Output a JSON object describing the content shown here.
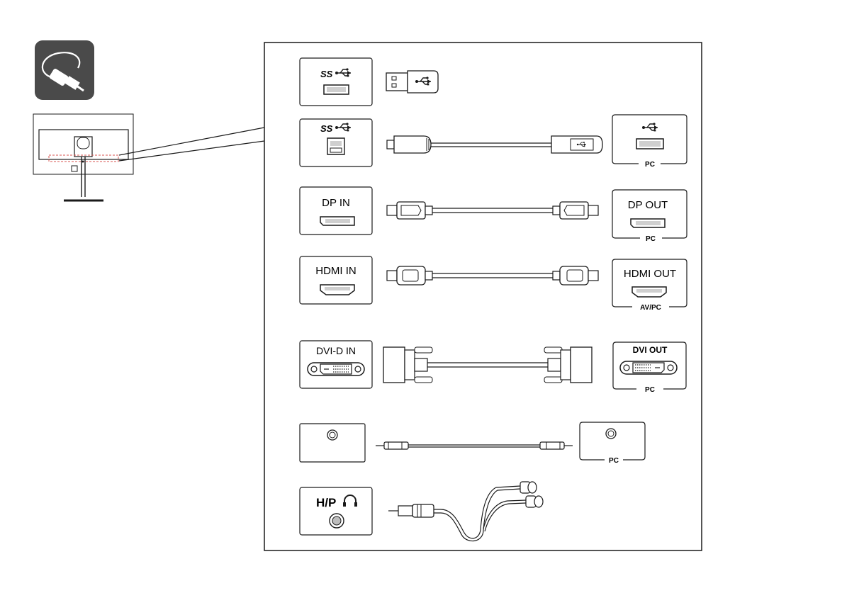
{
  "badge_icon": "cable-plug-icon",
  "ports": {
    "usb_ss_a": {
      "label": "SS",
      "icon": "usb-trident-icon"
    },
    "usb_ss_b": {
      "label": "SS",
      "icon": "usb-trident-icon"
    },
    "usb_pc": {
      "icon": "usb-trident-icon",
      "caption": "PC"
    },
    "dp_in": {
      "label": "DP IN"
    },
    "dp_out": {
      "label": "DP OUT",
      "caption": "PC"
    },
    "hdmi_in": {
      "label": "HDMI IN"
    },
    "hdmi_out": {
      "label": "HDMI OUT",
      "caption": "AV/PC"
    },
    "dvi_in": {
      "label": "DVI-D IN"
    },
    "dvi_out": {
      "label": "DVI OUT",
      "caption": "PC"
    },
    "audio_in": {
      "icon": "audio-jack-icon"
    },
    "audio_pc": {
      "icon": "audio-jack-icon",
      "caption": "PC"
    },
    "headphone": {
      "label": "H/P",
      "icon": "headphone-icon"
    }
  },
  "colors": {
    "line": "#1a1a1a",
    "badge": "#4a4a4a",
    "highlight": "#d9534f"
  }
}
